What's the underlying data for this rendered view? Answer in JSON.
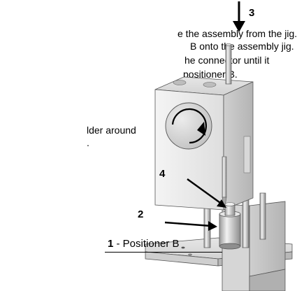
{
  "instructions": {
    "line1": "e the assembly from the jig.",
    "line2": " B onto the assembly jig.",
    "line3": "he connector until it",
    "line4": "positioner B.",
    "line5": "lder around",
    "line6": "."
  },
  "callouts": {
    "c1_number": "1",
    "c1_text": " - Positioner B",
    "c2_number": "2",
    "c3_number": "3",
    "c4_number": "4"
  }
}
